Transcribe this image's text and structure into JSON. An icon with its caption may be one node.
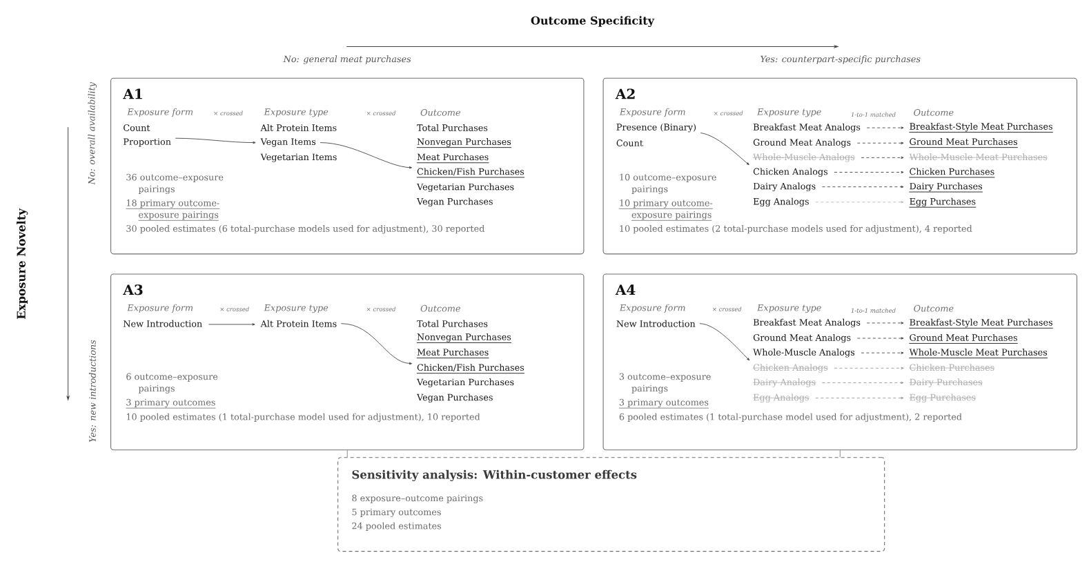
{
  "diagram": {
    "nodes": [
      {
        "text": [
          "A1",
          "Exposure form",
          "× crossed",
          "Exposure type",
          "× crossed",
          "Outcome",
          "36 outcome–exposure pairings",
          "18 primary outcome- exposure pairings",
          "30 pooled estimates (6 total-purchase models used for adjustment), 30 reported"
        ]
      },
      {
        "text": [
          "Count"
        ],
        "in": 0
      },
      {
        "text": [
          "Proportion"
        ],
        "in": 0
      },
      {
        "text": [
          "Alt Protein Items"
        ],
        "in": 0
      },
      {
        "text": [
          "Vegan Items"
        ],
        "in": 0
      },
      {
        "text": [
          "Vegetarian Items"
        ],
        "in": 0
      },
      {
        "text": [
          "Total Purchases"
        ],
        "in": 0
      },
      {
        "text": [
          "Nonvegan Purchases"
        ],
        "in": 0
      },
      {
        "text": [
          "Meat Purchases"
        ],
        "in": 0
      },
      {
        "text": [
          "Chicken/Fish Purchases"
        ],
        "in": 0
      },
      {
        "text": [
          "Vegetarian Purchases"
        ],
        "in": 0
      },
      {
        "text": [
          "Vegan Purchases"
        ],
        "in": 0
      },
      {
        "text": [
          "A2",
          "Exposure form",
          "× crossed",
          "Exposure type",
          "1-to-1 matched",
          "Outcome",
          "10 outcome–exposure pairings",
          "10 primary outcome- exposure pairings",
          "10 pooled estimates (2 total-purchase models used for adjustment), 4 reported"
        ]
      },
      {
        "text": [
          "Presence (Binary)"
        ],
        "in": 12
      },
      {
        "text": [
          "Count"
        ],
        "in": 12
      },
      {
        "text": [
          "Breakfast Meat Analogs"
        ],
        "in": 12
      },
      {
        "text": [
          "Ground Meat Analogs"
        ],
        "in": 12
      },
      {
        "text": [
          "Whole-Muscle Analogs"
        ],
        "in": 12
      },
      {
        "text": [
          "Chicken Analogs"
        ],
        "in": 12
      },
      {
        "text": [
          "Dairy Analogs"
        ],
        "in": 12
      },
      {
        "text": [
          "Egg Analogs"
        ],
        "in": 12
      },
      {
        "text": [
          "Breakfast-Style Meat Purchases"
        ],
        "in": 12
      },
      {
        "text": [
          "Ground Meat Purchases"
        ],
        "in": 12
      },
      {
        "text": [
          "Whole-Muscle Meat Purchases"
        ],
        "in": 12
      },
      {
        "text": [
          "Chicken Purchases"
        ],
        "in": 12
      },
      {
        "text": [
          "Dairy Purchases"
        ],
        "in": 12
      },
      {
        "text": [
          "Egg Purchases"
        ],
        "in": 12
      },
      {
        "text": [
          "A3",
          "Exposure form",
          "× crossed",
          "Exposure type",
          "× crossed",
          "Outcome",
          "6 outcome–exposure pairings",
          "3 primary outcomes",
          "10 pooled estimates (1 total-purchase model used for adjustment), 10 reported"
        ]
      },
      {
        "text": [
          "New Introduction"
        ],
        "in": 27
      },
      {
        "text": [
          "Alt Protein Items"
        ],
        "in": 27
      },
      {
        "text": [
          "Total Purchases"
        ],
        "in": 27
      },
      {
        "text": [
          "Nonvegan Purchases"
        ],
        "in": 27
      },
      {
        "text": [
          "Meat Purchases"
        ],
        "in": 27
      },
      {
        "text": [
          "Chicken/Fish Purchases"
        ],
        "in": 27
      },
      {
        "text": [
          "Vegetarian Purchases"
        ],
        "in": 27
      },
      {
        "text": [
          "Vegan Purchases"
        ],
        "in": 27
      },
      {
        "text": [
          "A4",
          "Exposure form",
          "× crossed",
          "Exposure type",
          "1-to-1 matched",
          "Outcome",
          "3 outcome–exposure pairings",
          "3 primary outcomes",
          "6 pooled estimates (1 total-purchase model used for adjustment), 2 reported"
        ]
      },
      {
        "text": [
          "New Introduction"
        ],
        "in": 36
      },
      {
        "text": [
          "Breakfast Meat Analogs"
        ],
        "in": 36
      },
      {
        "text": [
          "Ground Meat Analogs"
        ],
        "in": 36
      },
      {
        "text": [
          "Whole-Muscle Analogs"
        ],
        "in": 36
      },
      {
        "text": [
          "Chicken Analogs"
        ],
        "in": 36
      },
      {
        "text": [
          "Dairy Analogs"
        ],
        "in": 36
      },
      {
        "text": [
          "Egg Analogs"
        ],
        "in": 36
      },
      {
        "text": [
          "Breakfast-Style Meat Purchases"
        ],
        "in": 36
      },
      {
        "text": [
          "Ground Meat Purchases"
        ],
        "in": 36
      },
      {
        "text": [
          "Whole-Muscle Meat Purchases"
        ],
        "in": 36
      },
      {
        "text": [
          "Chicken Purchases"
        ],
        "in": 36
      },
      {
        "text": [
          "Dairy Purchases"
        ],
        "in": 36
      },
      {
        "text": [
          "Egg Purchases"
        ],
        "in": 36
      },
      {
        "text": [
          "Sensitivity analysis: Within-customer effects",
          "8 exposure–outcome pairings",
          "5 primary outcomes",
          "24 pooled estimates"
        ]
      }
    ],
    "edges": [
      {
        "from": 2,
        "to": 4,
        "arrow": "to"
      },
      {
        "from": 4,
        "to": 9,
        "arrow": "to"
      },
      {
        "from": 13,
        "to": 18,
        "arrow": "to"
      },
      {
        "from": 15,
        "to": 21,
        "arrow": "to",
        "style": "dashed"
      },
      {
        "from": 16,
        "to": 22,
        "arrow": "to",
        "style": "dashed"
      },
      {
        "from": 17,
        "to": 23,
        "arrow": "to",
        "style": "dashed"
      },
      {
        "from": 18,
        "to": 24,
        "arrow": "to",
        "style": "dashed"
      },
      {
        "from": 19,
        "to": 25,
        "arrow": "to",
        "style": "dashed"
      },
      {
        "from": 20,
        "to": 26,
        "arrow": "to",
        "style": "dashed",
        "color": "#bbbbbb"
      },
      {
        "from": 28,
        "to": 29,
        "arrow": "to"
      },
      {
        "from": 29,
        "to": 33,
        "arrow": "to"
      },
      {
        "from": 37,
        "to": 41,
        "arrow": "to"
      },
      {
        "from": 38,
        "to": 44,
        "arrow": "to",
        "style": "dashed"
      },
      {
        "from": 39,
        "to": 45,
        "arrow": "to",
        "style": "dashed"
      },
      {
        "from": 40,
        "to": 46,
        "arrow": "to",
        "style": "dashed"
      },
      {
        "from": 41,
        "to": 47,
        "arrow": "to",
        "style": "dashed",
        "color": "#999999"
      },
      {
        "from": 42,
        "to": 48,
        "arrow": "to",
        "style": "dashed",
        "color": "#999999"
      },
      {
        "from": 43,
        "to": 49,
        "arrow": "to",
        "style": "dashed",
        "color": "#999999"
      },
      {
        "from": 27,
        "to": 50,
        "arrow": "none",
        "color": "#808080"
      },
      {
        "from": 36,
        "to": 50,
        "arrow": "none",
        "color": "#808080"
      }
    ],
    "labels": [
      "Outcome Specificity",
      "No: general meat purchases",
      "Yes: counterpart-specific purchases",
      "Exposure Novelty",
      "No: overall availability",
      "Yes: new introductions"
    ]
  }
}
